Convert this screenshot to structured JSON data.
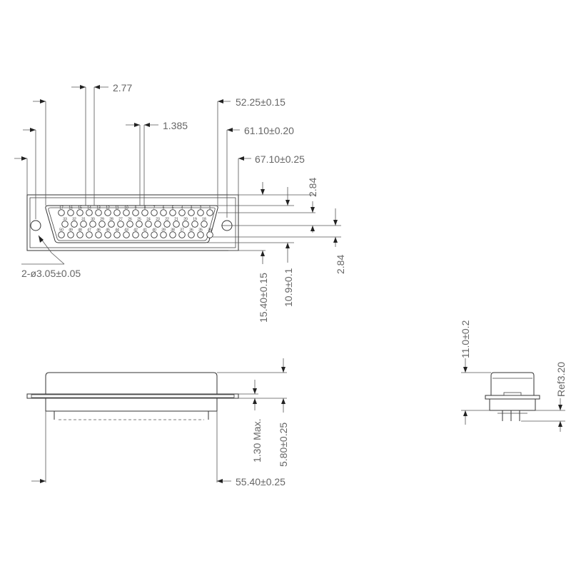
{
  "front_view": {
    "dimensions": {
      "pitch": "2.77",
      "half_pitch": "1.385",
      "pin_span": "52.25±0.15",
      "hole_span": "61.10±0.20",
      "overall_width": "67.10±0.25",
      "row_offset_top": "2.84",
      "row_offset_bottom": "2.84",
      "outer_height": "15.40±0.15",
      "inner_height": "10.9±0.1",
      "mount_hole": "2-ø3.05±0.05"
    },
    "pin_rows": [
      [
        "17",
        "16",
        "15",
        "14",
        "13",
        "12",
        "11",
        "10",
        "9",
        "8",
        "7",
        "6",
        "5",
        "4",
        "3",
        "2",
        "1"
      ],
      [
        "33",
        "32",
        "31",
        "30",
        "29",
        "28",
        "27",
        "26",
        "25",
        "24",
        "23",
        "22",
        "21",
        "20",
        "19",
        "18"
      ],
      [
        "50",
        "49",
        "48",
        "47",
        "46",
        "45",
        "44",
        "43",
        "42",
        "41",
        "40",
        "39",
        "38",
        "37",
        "36",
        "35",
        "34"
      ]
    ]
  },
  "side_view": {
    "dimensions": {
      "flange_thickness": "1.30 Max.",
      "body_height": "5.80±0.25",
      "overall_length": "55.40±0.25"
    }
  },
  "end_view": {
    "dimensions": {
      "height": "11.0±0.2",
      "ref": "Ref3.20"
    }
  }
}
